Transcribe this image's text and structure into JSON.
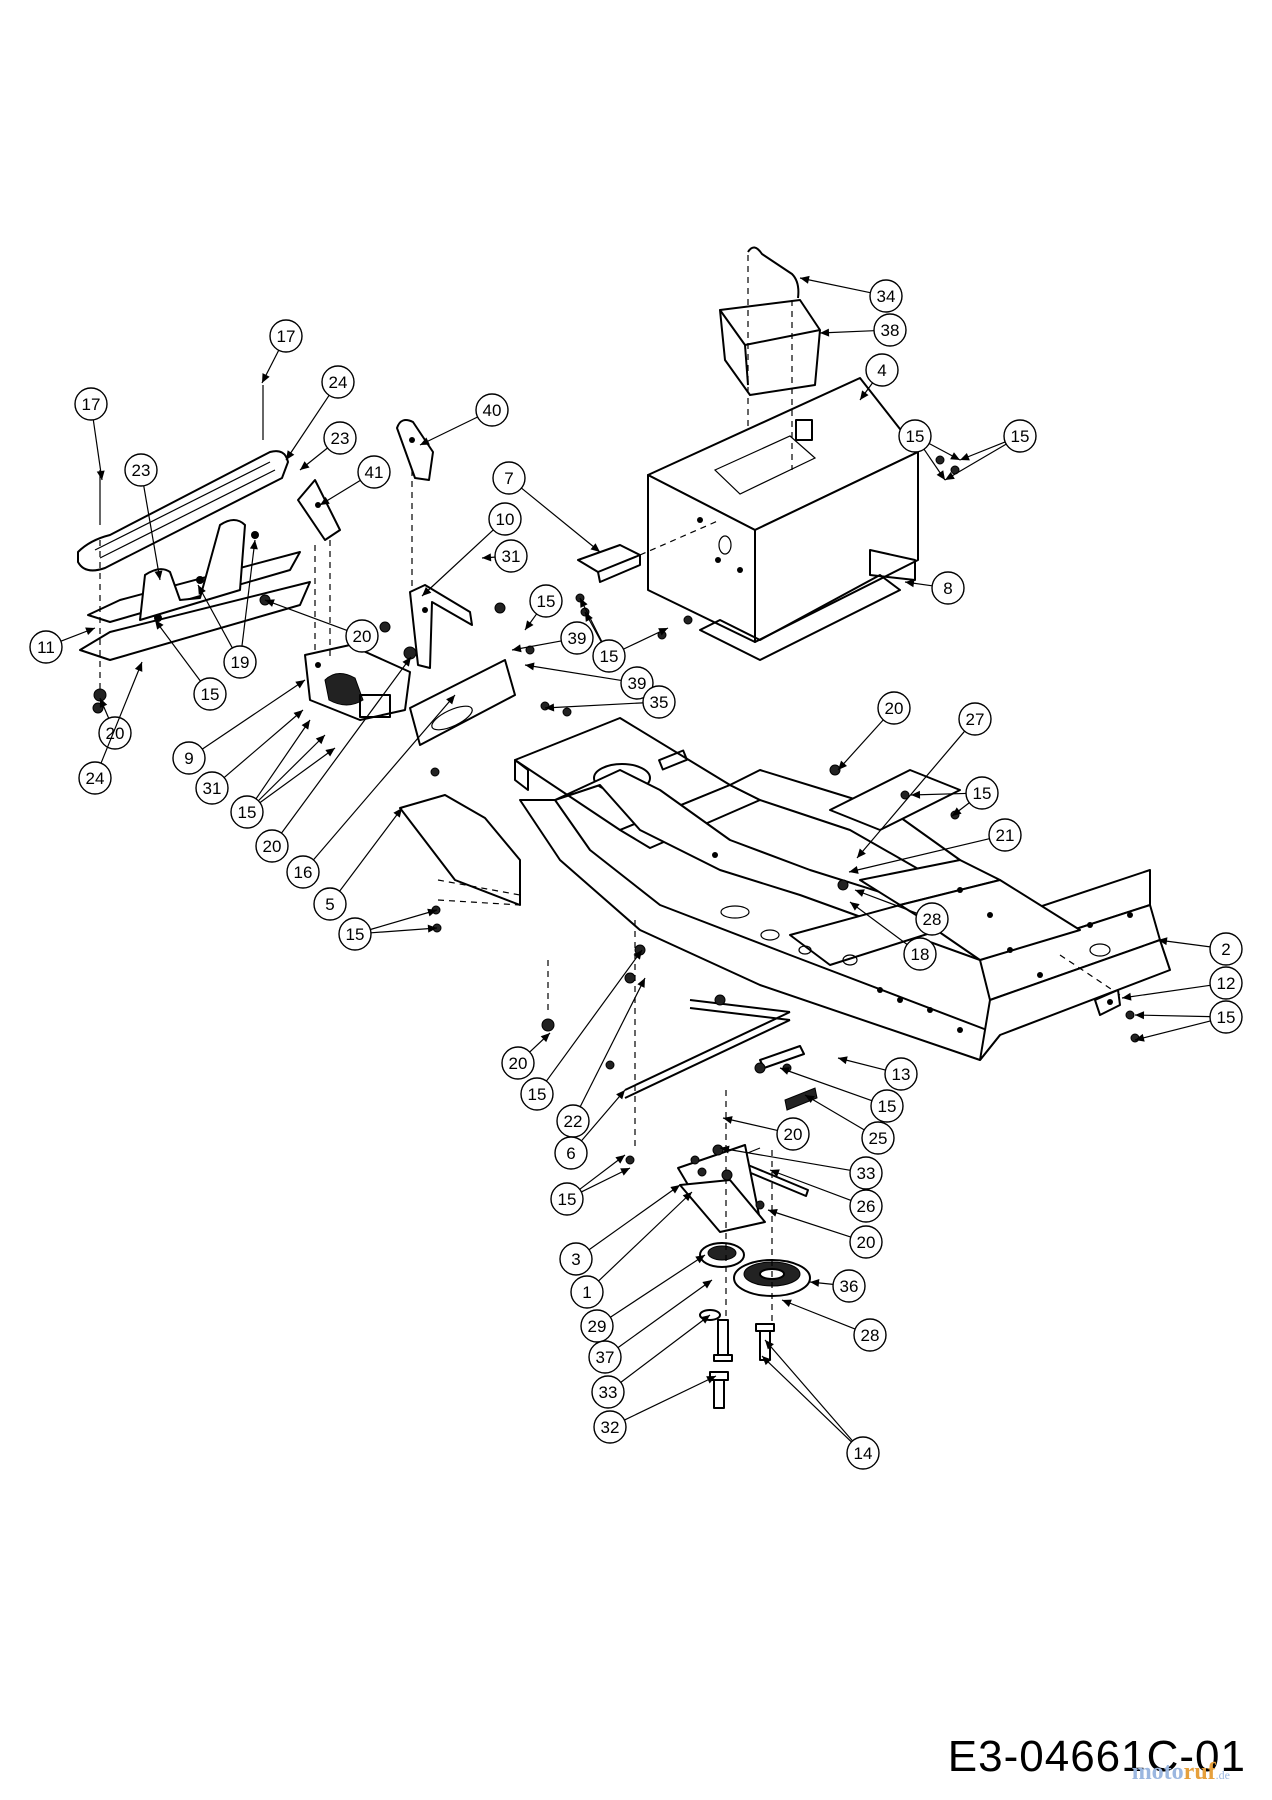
{
  "drawing_code": "E3-04661C-01",
  "watermark": {
    "part1": "moto",
    "part2": "ruf",
    "part3": ".de"
  },
  "callouts": [
    {
      "label": "34"
    },
    {
      "label": "38"
    },
    {
      "label": "4"
    },
    {
      "label": "15"
    },
    {
      "label": "8"
    },
    {
      "label": "17"
    },
    {
      "label": "24"
    },
    {
      "label": "17"
    },
    {
      "label": "23"
    },
    {
      "label": "23"
    },
    {
      "label": "41"
    },
    {
      "label": "40"
    },
    {
      "label": "7"
    },
    {
      "label": "10"
    },
    {
      "label": "31"
    },
    {
      "label": "15"
    },
    {
      "label": "15"
    },
    {
      "label": "15"
    },
    {
      "label": "11"
    },
    {
      "label": "19"
    },
    {
      "label": "15"
    },
    {
      "label": "20"
    },
    {
      "label": "20"
    },
    {
      "label": "24"
    },
    {
      "label": "39"
    },
    {
      "label": "39"
    },
    {
      "label": "35"
    },
    {
      "label": "9"
    },
    {
      "label": "31"
    },
    {
      "label": "15"
    },
    {
      "label": "20"
    },
    {
      "label": "16"
    },
    {
      "label": "20"
    },
    {
      "label": "27"
    },
    {
      "label": "15"
    },
    {
      "label": "21"
    },
    {
      "label": "5"
    },
    {
      "label": "15"
    },
    {
      "label": "28"
    },
    {
      "label": "18"
    },
    {
      "label": "2"
    },
    {
      "label": "12"
    },
    {
      "label": "15"
    },
    {
      "label": "20"
    },
    {
      "label": "13"
    },
    {
      "label": "15"
    },
    {
      "label": "15"
    },
    {
      "label": "22"
    },
    {
      "label": "25"
    },
    {
      "label": "6"
    },
    {
      "label": "20"
    },
    {
      "label": "15"
    },
    {
      "label": "33"
    },
    {
      "label": "26"
    },
    {
      "label": "3"
    },
    {
      "label": "20"
    },
    {
      "label": "1"
    },
    {
      "label": "36"
    },
    {
      "label": "29"
    },
    {
      "label": "28"
    },
    {
      "label": "37"
    },
    {
      "label": "33"
    },
    {
      "label": "32"
    },
    {
      "label": "14"
    }
  ]
}
